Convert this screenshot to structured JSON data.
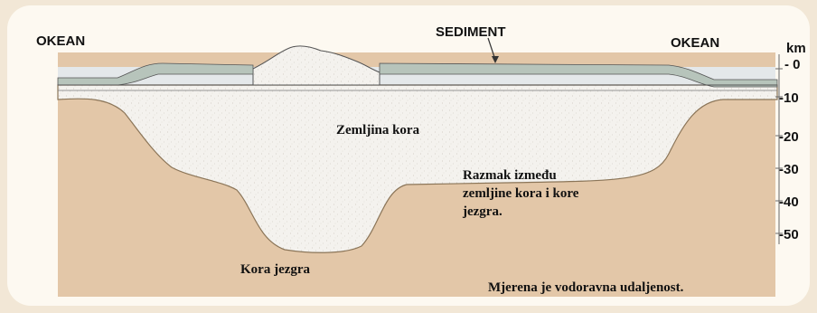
{
  "labels": {
    "ocean_left": "OKEAN",
    "ocean_right": "OKEAN",
    "sediment": "SEDIMENT",
    "crust": "Zemljina kora",
    "gap_line1": "Razmak između",
    "gap_line2": "zemljine kora i kore",
    "gap_line3": "jezgra.",
    "core_crust": "Kora jezgra",
    "note": "Mjerena je vodoravna udaljenost."
  },
  "depth_scale": {
    "unit": "km",
    "ticks": [
      "- 0",
      "-10",
      "-20",
      "-30",
      "-40",
      "-50"
    ]
  },
  "colors": {
    "background": "#f2e7d6",
    "card": "#fdf9f1",
    "mantle": "#e3c7a8",
    "crust": "#f4f2ee",
    "water": "#dfe4e6",
    "sediment": "#a9b9b0"
  }
}
